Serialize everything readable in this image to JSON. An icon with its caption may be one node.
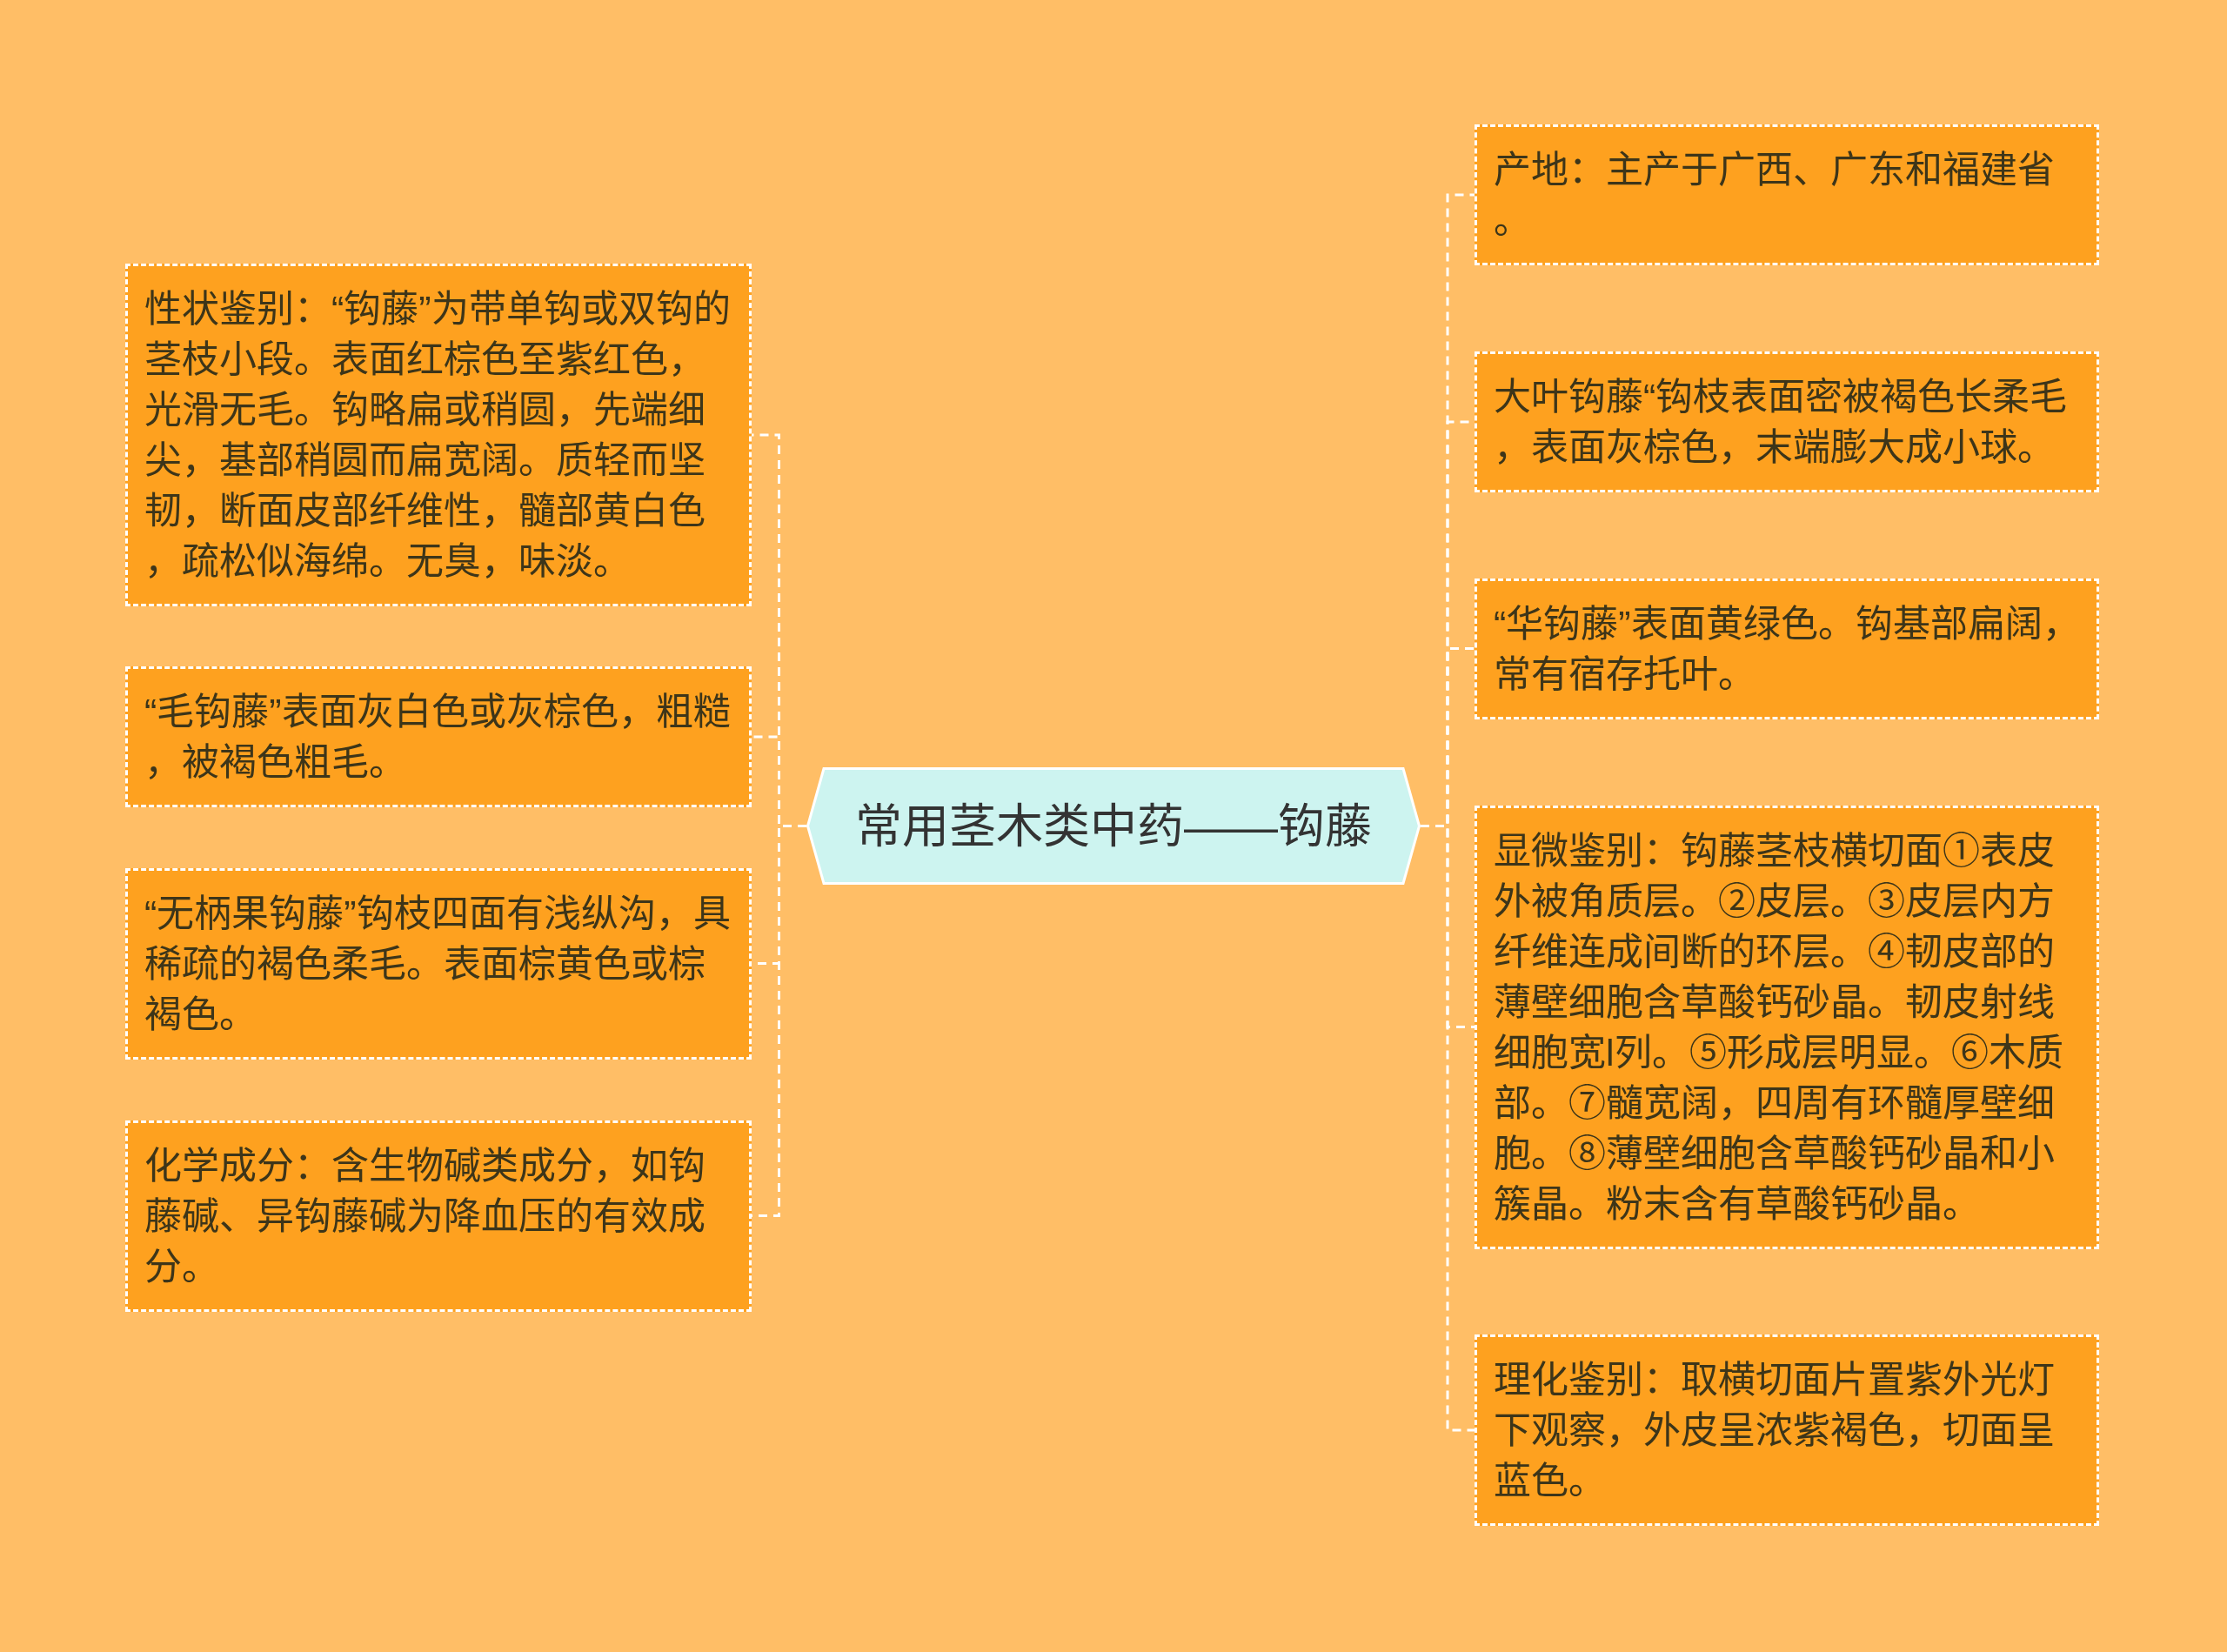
{
  "diagram": {
    "nodes": [
      {
        "text": [
          "常用茎木类中药——钩藤"
        ]
      },
      {
        "text": [
          "性状鉴别：“钩藤”为带单钩或双钩的茎枝小段。表面红棕色至紫红色，光滑无毛。钩略扁或稍圆，先端细尖，基部稍圆而扁宽阔。质轻而坚韧，断面皮部纤维性，髓部黄白色，疏松似海绵。无臭，味淡。"
        ]
      },
      {
        "text": [
          "“毛钩藤”表面灰白色或灰棕色，粗糙，被褐色粗毛。"
        ]
      },
      {
        "text": [
          "“无柄果钩藤”钩枝四面有浅纵沟，具稀疏的褐色柔毛。表面棕黄色或棕褐色。"
        ]
      },
      {
        "text": [
          "化学成分：含生物碱类成分，如钩藤碱、异钩藤碱为降血压的有效成分。"
        ]
      },
      {
        "text": [
          "产地：主产于广西、广东和福建省。"
        ]
      },
      {
        "text": [
          "大叶钩藤“钩枝表面密被褐色长柔毛，表面灰棕色，末端膨大成小球。"
        ]
      },
      {
        "text": [
          "“华钩藤”表面黄绿色。钩基部扁阔，常有宿存托叶。"
        ]
      },
      {
        "text": [
          "显微鉴别：钩藤茎枝横切面①表皮外被角质层。②皮层。③皮层内方纤维连成间断的环层。④韧皮部的薄壁细胞含草酸钙砂晶。韧皮射线细胞宽l列。⑤形成层明显。⑥木质部。⑦髓宽阔，四周有环髓厚壁细胞。⑧薄壁细胞含草酸钙砂晶和小簇晶。粉末含有草酸钙砂晶。"
        ]
      },
      {
        "text": [
          "理化鉴别：取横切面片置紫外光灯下观察，外皮呈浓紫褐色，切面呈蓝色。"
        ]
      }
    ],
    "edges": [
      {
        "from": 0,
        "to": 1,
        "arrow": "none"
      },
      {
        "from": 0,
        "to": 2,
        "arrow": "none"
      },
      {
        "from": 0,
        "to": 3,
        "arrow": "none"
      },
      {
        "from": 0,
        "to": 4,
        "arrow": "none"
      },
      {
        "from": 0,
        "to": 5,
        "arrow": "none"
      },
      {
        "from": 0,
        "to": 6,
        "arrow": "none"
      },
      {
        "from": 0,
        "to": 7,
        "arrow": "none"
      },
      {
        "from": 0,
        "to": 8,
        "arrow": "none"
      },
      {
        "from": 0,
        "to": 9,
        "arrow": "none"
      }
    ]
  }
}
